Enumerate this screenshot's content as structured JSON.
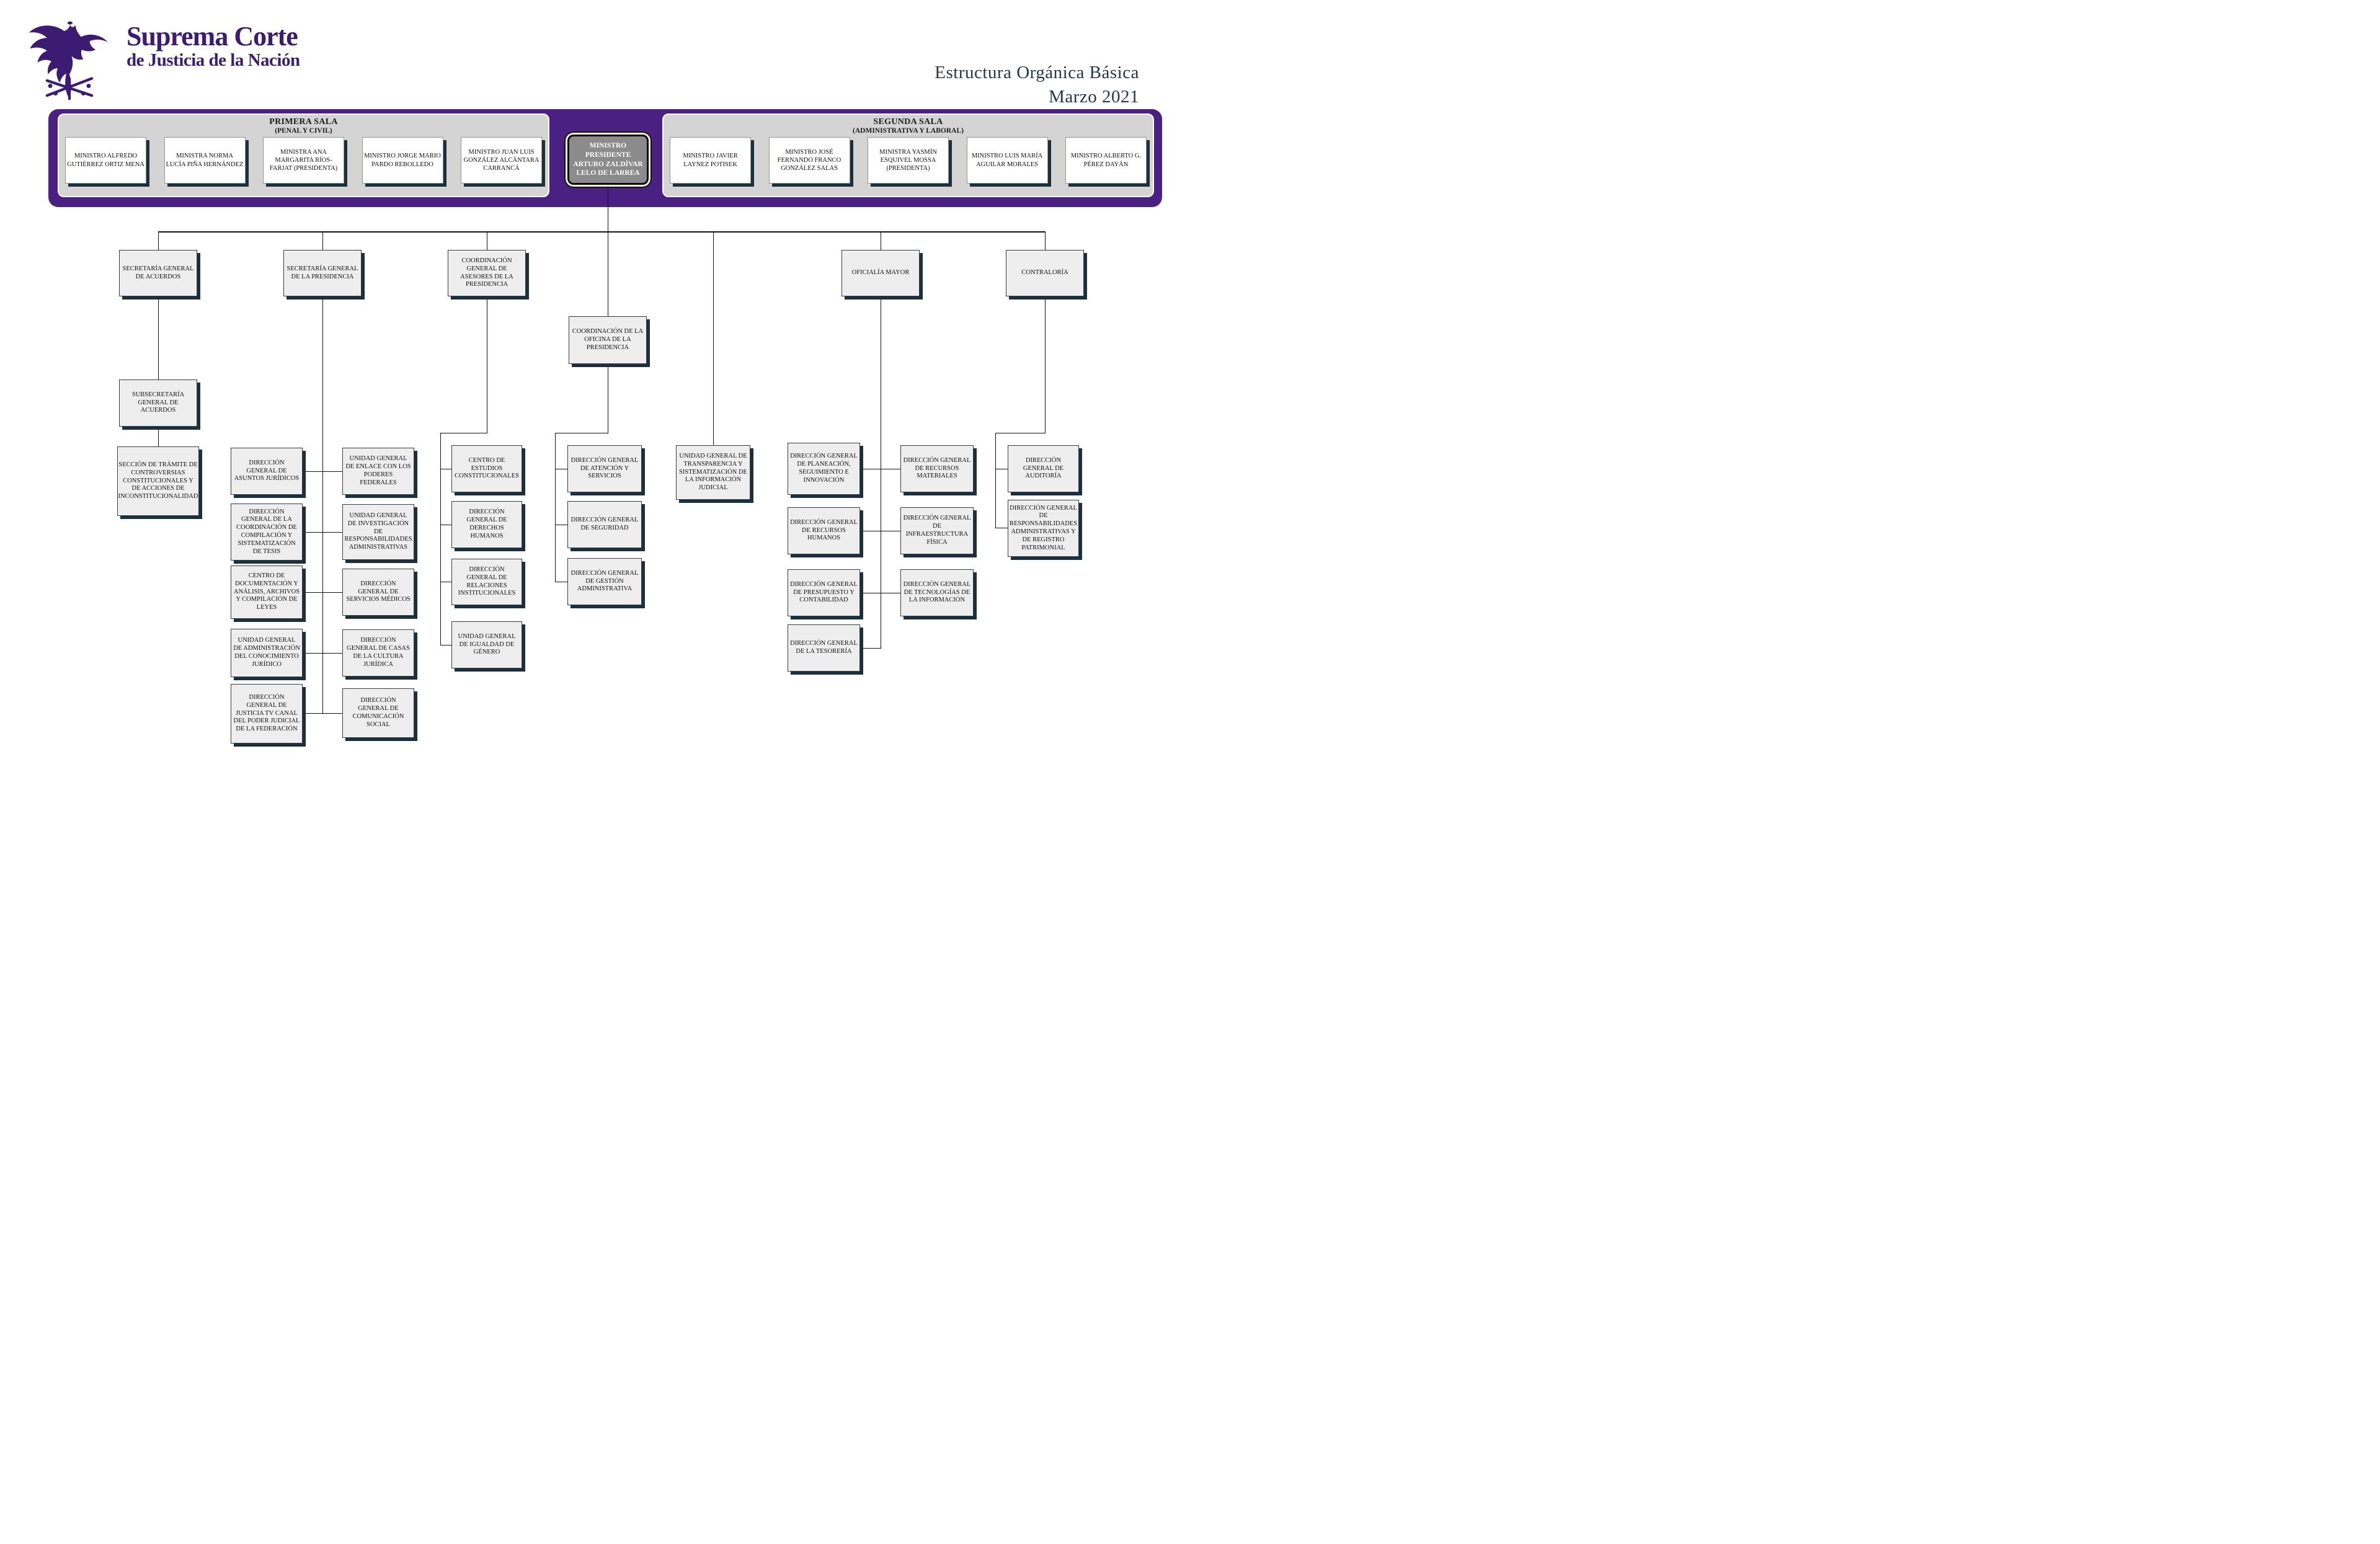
{
  "header": {
    "logo_title": "Suprema Corte",
    "logo_subtitle": "de Justicia de la Nación",
    "doc_title_line1": "Estructura Orgánica Básica",
    "doc_title_line2": "Marzo 2021"
  },
  "president": {
    "label": "MINISTRO PRESIDENTE ARTURO ZALDÍVAR LELO DE LARREA"
  },
  "salas": {
    "primera": {
      "title": "PRIMERA SALA",
      "subtitle": "(PENAL Y CIVIL)",
      "ministers": [
        "MINISTRO ALFREDO GUTIÉRREZ ORTIZ MENA",
        "MINISTRA NORMA LUCÍA PIÑA HERNÁNDEZ",
        "MINISTRA ANA MARGARITA RÍOS-FARJAT (PRESIDENTA)",
        "MINISTRO JORGE MARIO PARDO REBOLLEDO",
        "MINISTRO JUAN LUIS GONZÁLEZ ALCÁNTARA CARRANCÁ"
      ]
    },
    "segunda": {
      "title": "SEGUNDA SALA",
      "subtitle": "(ADMINISTRATIVA Y LABORAL)",
      "ministers": [
        "MINISTRO JAVIER LAYNEZ POTISEK",
        "MINISTRO JOSÉ FERNANDO FRANCO GONZÁLEZ SALAS",
        "MINISTRA YASMÍN ESQUIVEL MOSSA (PRESIDENTA)",
        "MINISTRO LUIS MARÍA AGUILAR MORALES",
        "MINISTRO ALBERTO G. PÉREZ DAYÁN"
      ]
    }
  },
  "org": {
    "sga": "SECRETARÍA GENERAL DE ACUERDOS",
    "sga_sub": "SUBSECRETARÍA GENERAL DE ACUERDOS",
    "sga_seccion": "SECCIÓN DE TRÁMITE DE CONTROVERSIAS CONSTITUCIONALES Y DE ACCIONES DE INCONSTITUCIONALIDAD",
    "sgp": "SECRETARÍA GENERAL DE LA PRESIDENCIA",
    "sgp_l1": "DIRECCIÓN GENERAL DE ASUNTOS JURÍDICOS",
    "sgp_l2": "DIRECCIÓN GENERAL DE LA COORDINACIÓN DE COMPILACIÓN Y SISTEMATIZACIÓN DE TESIS",
    "sgp_l3": "CENTRO DE DOCUMENTACIÓN Y ANÁLISIS, ARCHIVOS Y COMPILACIÓN DE LEYES",
    "sgp_l4": "UNIDAD GENERAL DE ADMINISTRACIÓN DEL CONOCIMIENTO JURÍDICO",
    "sgp_l5": "DIRECCIÓN GENERAL DE JUSTICIA TV CANAL DEL PODER JUDICIAL DE LA FEDERACIÓN",
    "sgp_r1": "UNIDAD GENERAL DE ENLACE CON LOS PODERES FEDERALES",
    "sgp_r2": "UNIDAD GENERAL DE INVESTIGACIÓN DE RESPONSABILIDADES ADMINISTRATIVAS",
    "sgp_r3": "DIRECCIÓN GENERAL DE SERVICIOS MÉDICOS",
    "sgp_r4": "DIRECCIÓN GENERAL DE CASAS DE LA CULTURA JURÍDICA",
    "sgp_r5": "DIRECCIÓN GENERAL DE COMUNICACIÓN SOCIAL",
    "cga": "COORDINACIÓN GENERAL DE ASESORES DE LA PRESIDENCIA",
    "cga_1": "CENTRO DE ESTUDIOS CONSTITUCIONALES",
    "cga_2": "DIRECCIÓN GENERAL DE DERECHOS HUMANOS",
    "cga_3": "DIRECCIÓN GENERAL DE RELACIONES INSTITUCIONALES",
    "cga_4": "UNIDAD GENERAL DE IGUALDAD DE GÉNERO",
    "cop": "COORDINACIÓN DE LA OFICINA DE LA PRESIDENCIA",
    "cop_1": "DIRECCIÓN GENERAL DE ATENCIÓN Y SERVICIOS",
    "cop_2": "DIRECCIÓN GENERAL DE SEGURIDAD",
    "cop_3": "DIRECCIÓN GENERAL DE GESTIÓN ADMINISTRATIVA",
    "ugt": "UNIDAD GENERAL DE TRANSPARENCIA Y SISTEMATIZACIÓN DE LA INFORMACIÓN JUDICIAL",
    "om": "OFICIALÍA MAYOR",
    "om_l1": "DIRECCIÓN GENERAL DE PLANEACIÓN, SEGUIMIENTO E INNOVACIÓN",
    "om_l2": "DIRECCIÓN GENERAL DE RECURSOS HUMANOS",
    "om_l3": "DIRECCIÓN GENERAL DE PRESUPUESTO Y CONTABILIDAD",
    "om_l4": "DIRECCIÓN GENERAL DE LA TESORERÍA",
    "om_r1": "DIRECCIÓN GENERAL DE RECURSOS MATERIALES",
    "om_r2": "DIRECCIÓN GENERAL DE INFRAESTRUCTURA FÍSICA",
    "om_r3": "DIRECCIÓN GENERAL DE TECNOLOGÍAS DE LA INFORMACIÓN",
    "con": "CONTRALORÍA",
    "con_1": "DIRECCIÓN GENERAL DE AUDITORÍA",
    "con_2": "DIRECCIÓN GENERAL DE RESPONSABILIDADES ADMINISTRATIVAS Y DE REGISTRO PATRIMONIAL"
  },
  "colors": {
    "brand_purple": "#4a2082",
    "logo_purple": "#3b1c72",
    "title_slate": "#24384b",
    "node_fill": "#efeeee",
    "node_shadow": "#1c2f3d",
    "sala_gray": "#d5d4d4",
    "president_gray": "#8b8b8b"
  }
}
